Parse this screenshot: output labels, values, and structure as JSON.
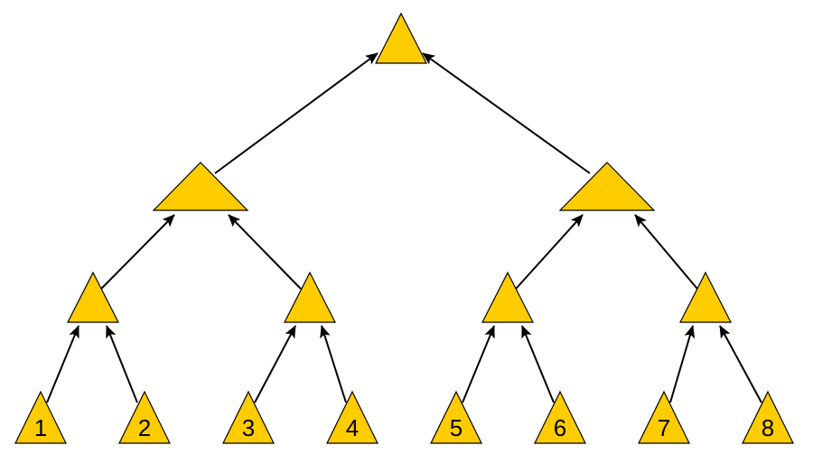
{
  "colors": {
    "node_fill": "#FFCC00",
    "node_stroke": "#000000",
    "edge": "#000000",
    "background": "#FFFFFF"
  },
  "tree": {
    "levels": 4,
    "leaves": [
      {
        "label": "1"
      },
      {
        "label": "2"
      },
      {
        "label": "3"
      },
      {
        "label": "4"
      },
      {
        "label": "5"
      },
      {
        "label": "6"
      },
      {
        "label": "7"
      },
      {
        "label": "8"
      }
    ],
    "edge_direction": "child-to-parent"
  }
}
